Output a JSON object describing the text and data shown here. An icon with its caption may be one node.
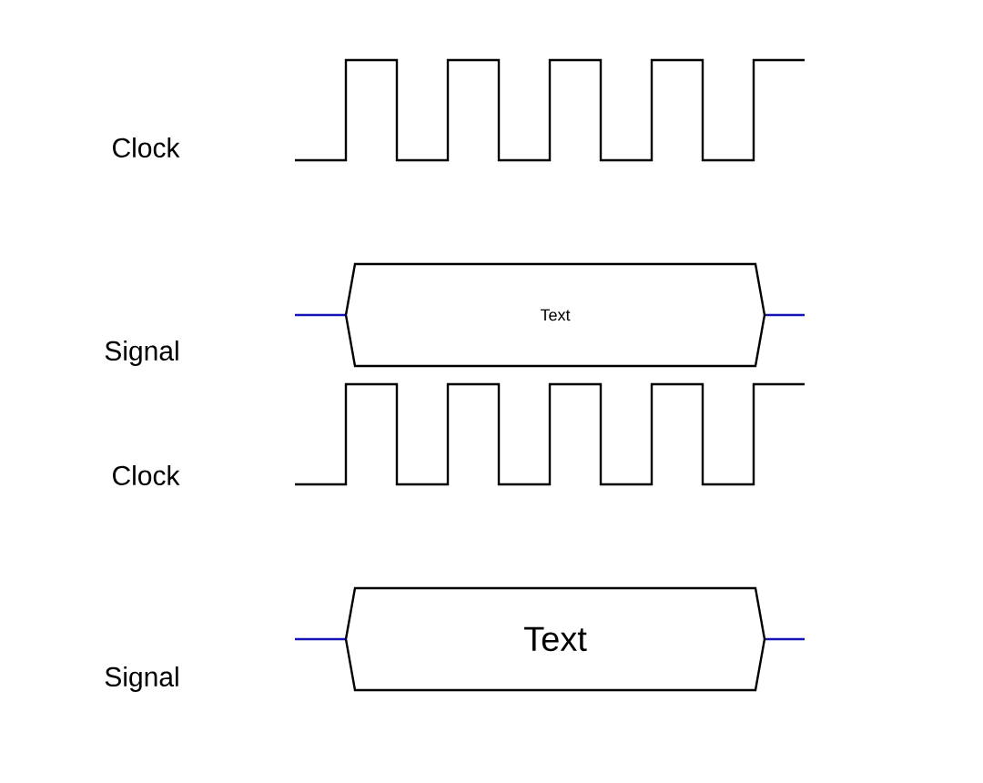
{
  "diagram": {
    "nodes": [
      {
        "text": [
          "Text"
        ]
      },
      {
        "text": [
          "Text"
        ]
      }
    ],
    "labels": [
      "Clock",
      "Signal",
      "Clock",
      "Signal"
    ]
  }
}
